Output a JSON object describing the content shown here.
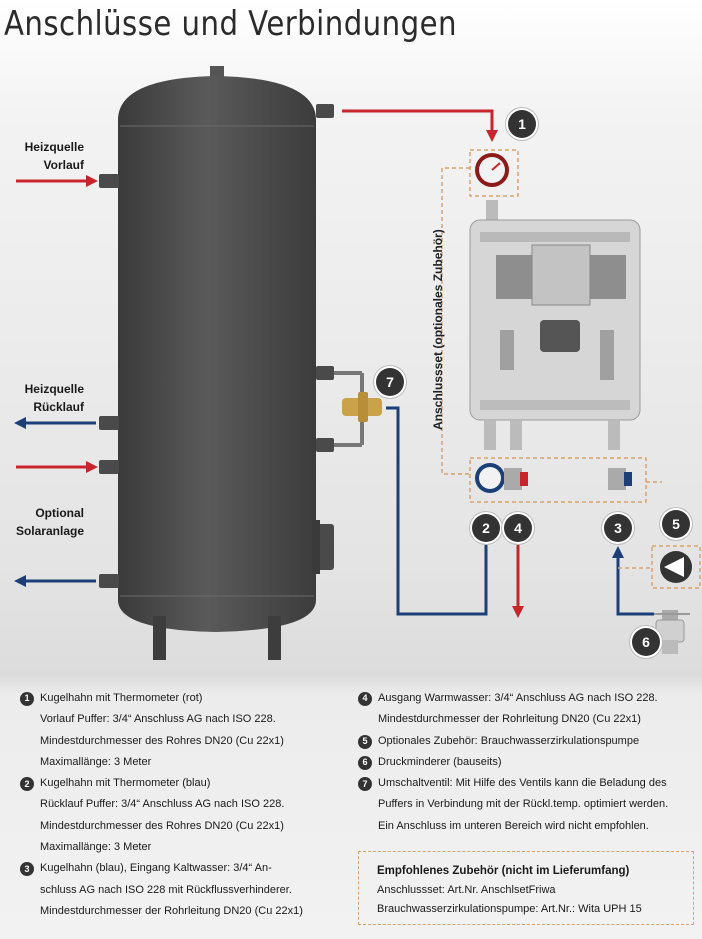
{
  "title": "Anschlüsse und Verbindungen",
  "labels": {
    "heizquelle_vorlauf": [
      "Heizquelle",
      "Vorlauf"
    ],
    "heizquelle_ruecklauf": [
      "Heizquelle",
      "Rücklauf"
    ],
    "optional_solar": [
      "Optional",
      "Solaranlage"
    ],
    "anschlussset": "Anschlussset (optionales Zubehör)"
  },
  "badges": [
    "1",
    "2",
    "3",
    "4",
    "5",
    "6",
    "7"
  ],
  "colors": {
    "red": "#c8242b",
    "blue": "#1c3f78",
    "dashed": "#d9a36a",
    "tank": "#4a4a4a"
  },
  "legend_left": [
    {
      "num": "1",
      "lines": [
        "Kugelhahn mit Thermometer (rot)",
        "Vorlauf Puffer: 3/4“ Anschluss AG nach ISO 228.",
        "Mindestdurchmesser des Rohres DN20 (Cu 22x1)",
        "Maximallänge: 3 Meter"
      ]
    },
    {
      "num": "2",
      "lines": [
        "Kugelhahn mit Thermometer (blau)",
        "Rücklauf Puffer: 3/4“ Anschluss AG nach ISO 228.",
        "Mindestdurchmesser des Rohres DN20 (Cu 22x1)",
        "Maximallänge: 3 Meter"
      ]
    },
    {
      "num": "3",
      "lines": [
        "Kugelhahn (blau), Eingang Kaltwasser: 3/4“ An-",
        "schluss AG nach ISO 228 mit Rückflussverhinderer.",
        "Mindestdurchmesser der Rohrleitung DN20 (Cu 22x1)"
      ]
    }
  ],
  "legend_right": [
    {
      "num": "4",
      "lines": [
        "Ausgang Warmwasser: 3/4“ Anschluss AG nach ISO 228.",
        "Mindestdurchmesser der Rohrleitung DN20 (Cu 22x1)"
      ]
    },
    {
      "num": "5",
      "lines": [
        "Optionales Zubehör: Brauchwasserzirkulationspumpe"
      ]
    },
    {
      "num": "6",
      "lines": [
        "Druckminderer (bauseits)"
      ]
    },
    {
      "num": "7",
      "lines": [
        "Umschaltventil: Mit Hilfe des Ventils kann die Beladung des",
        "Puffers in Verbindung mit der Rückl.temp. optimiert werden.",
        "Ein Anschluss im unteren Bereich wird nicht empfohlen."
      ]
    }
  ],
  "accessories": {
    "title": "Empfohlenes Zubehör (nicht im Lieferumfang)",
    "lines": [
      "Anschlussset: Art.Nr. AnschlsetFriwa",
      "Brauchwasserzirkulationspumpe: Art.Nr.: Wita UPH 15"
    ]
  }
}
